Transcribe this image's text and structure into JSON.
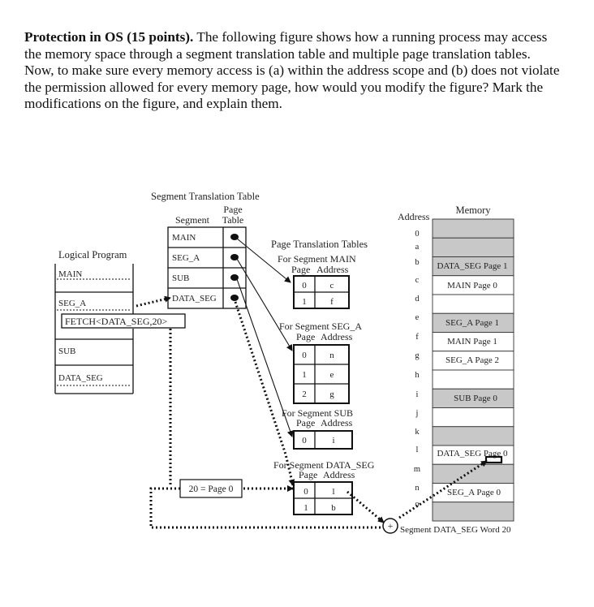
{
  "question": {
    "heading": "Protection in OS (15 points).",
    "body": " The following figure shows how a running process may access the memory space through a segment translation table and multiple page translation tables.   Now, to make sure every memory access is (a) within the address scope and (b) does not violate the permission allowed for every memory page, how would you modify the figure? Mark the modifications on the figure, and explain them."
  },
  "figure": {
    "segment_table": {
      "title": "Segment Translation Table",
      "col_segment": "Segment",
      "col_page_line1": "Page",
      "col_page_line2": "Table",
      "rows": [
        "MAIN",
        "SEG_A",
        "SUB",
        "DATA_SEG"
      ]
    },
    "logical_program": {
      "title": "Logical Program",
      "segments": [
        "MAIN",
        "SEG_A",
        "SUB",
        "DATA_SEG"
      ],
      "instruction": "FETCH<DATA_SEG,20>"
    },
    "page_tables": {
      "title": "Page Translation Tables",
      "tables": [
        {
          "name": "For Segment MAIN",
          "col_page": "Page",
          "col_address": "Address",
          "rows": [
            [
              "0",
              "c"
            ],
            [
              "1",
              "f"
            ]
          ]
        },
        {
          "name": "For Segment SEG_A",
          "col_page": "Page",
          "col_address": "Address",
          "rows": [
            [
              "0",
              "n"
            ],
            [
              "1",
              "e"
            ],
            [
              "2",
              "g"
            ]
          ]
        },
        {
          "name": "For Segment SUB",
          "col_page": "Page",
          "col_address": "Address",
          "rows": [
            [
              "0",
              "i"
            ]
          ]
        },
        {
          "name": "For Segment DATA_SEG",
          "col_page": "Page",
          "col_address": "Address",
          "rows": [
            [
              "0",
              "l"
            ],
            [
              "1",
              "b"
            ]
          ]
        }
      ]
    },
    "offset_label": "20 = Page 0",
    "address_column": {
      "title": "Address",
      "labels": [
        "0",
        "a",
        "b",
        "c",
        "d",
        "e",
        "f",
        "g",
        "h",
        "i",
        "j",
        "k",
        "l",
        "m",
        "n",
        "o"
      ]
    },
    "memory": {
      "title": "Memory",
      "pages": [
        "DATA_SEG Page 1",
        "MAIN Page 0",
        "SEG_A Page 1",
        "MAIN Page 1",
        "SEG_A Page 2",
        "SUB Page 0",
        "DATA_SEG Page 0",
        "SEG_A Page 0"
      ]
    },
    "result_label": "Segment DATA_SEG Word 20",
    "adder_symbol": "+"
  }
}
